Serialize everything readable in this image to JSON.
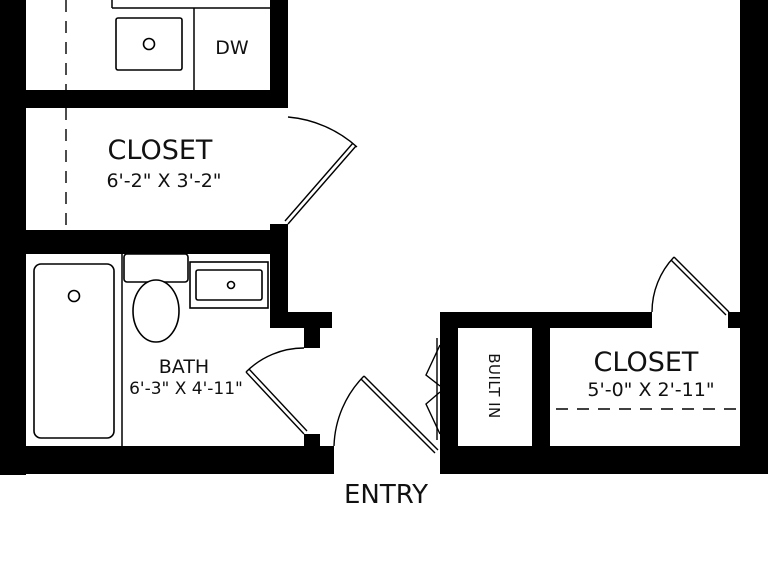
{
  "rooms": {
    "dishwasher": {
      "label": "DW"
    },
    "closet_upper": {
      "label": "CLOSET",
      "dimensions": "6'-2\" X 3'-2\""
    },
    "bath": {
      "label": "BATH",
      "dimensions": "6'-3\" X 4'-11\""
    },
    "built_in": {
      "label": "BUILT IN"
    },
    "closet_right": {
      "label": "CLOSET",
      "dimensions": "5'-0\" X 2'-11\""
    }
  },
  "entry": {
    "label": "ENTRY"
  },
  "colors": {
    "wall": "#000000",
    "background": "#ffffff"
  }
}
